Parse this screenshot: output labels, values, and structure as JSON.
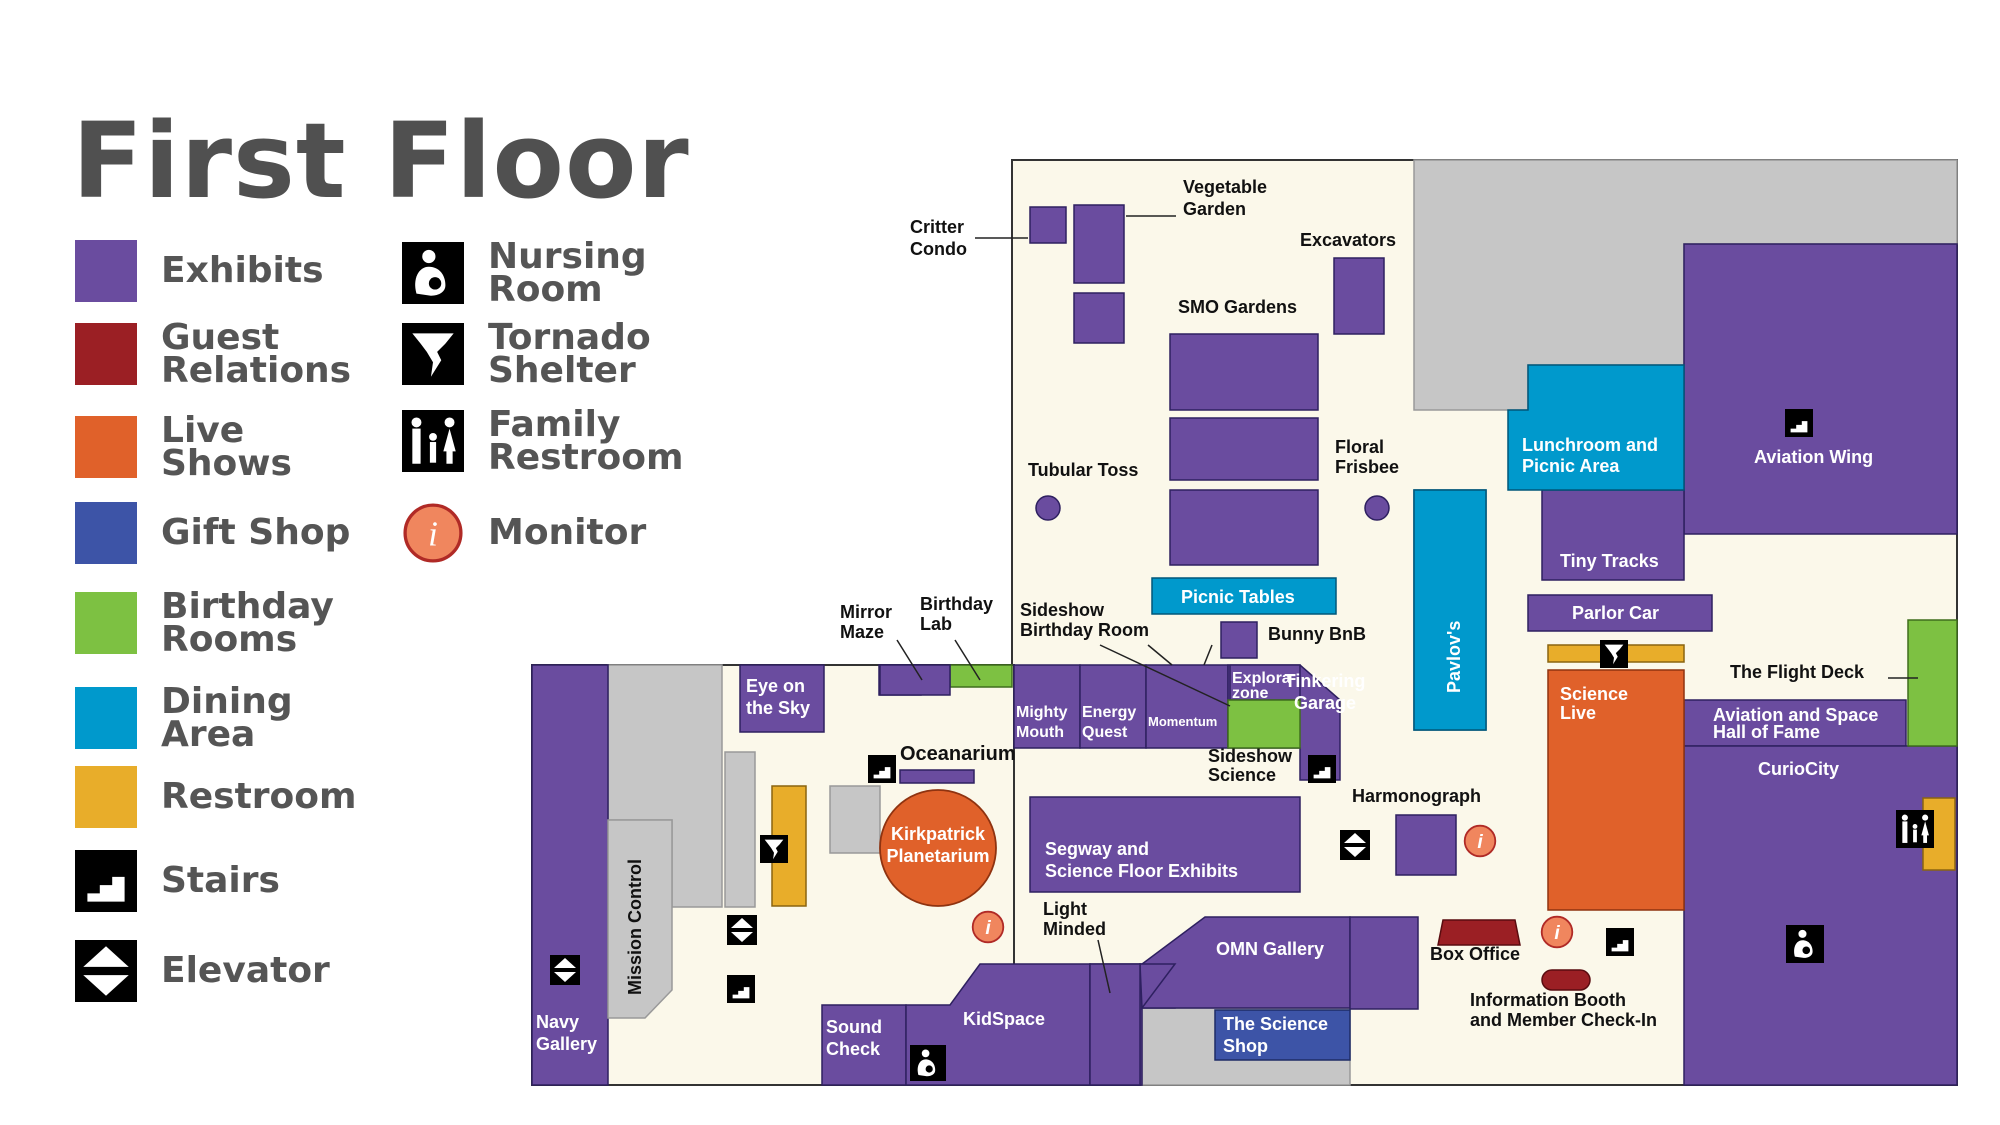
{
  "title": "First Floor",
  "colors": {
    "exhibits": "#6a4c9f",
    "guest_relations": "#9b1f24",
    "live_shows": "#e0612a",
    "gift_shop": "#3d54a7",
    "birthday_rooms": "#7dc142",
    "dining_area": "#0099cc",
    "restroom": "#e8ad2a",
    "floor": "#fbf8ea",
    "closed": "#c6c6c6",
    "monitor": "#f0865e"
  },
  "legend": {
    "colors": [
      {
        "label": "Exhibits",
        "color": "#6a4c9f"
      },
      {
        "label": "Guest\nRelations",
        "color": "#9b1f24"
      },
      {
        "label": "Live\nShows",
        "color": "#e0612a"
      },
      {
        "label": "Gift Shop",
        "color": "#3d54a7"
      },
      {
        "label": "Birthday\nRooms",
        "color": "#7dc142"
      },
      {
        "label": "Dining\nArea",
        "color": "#0099cc"
      },
      {
        "label": "Restroom",
        "color": "#e8ad2a"
      },
      {
        "label": "Stairs",
        "icon": "stairs-icon"
      },
      {
        "label": "Elevator",
        "icon": "elevator-icon"
      }
    ],
    "icons": [
      {
        "label": "Nursing\nRoom",
        "icon": "nursing-room-icon"
      },
      {
        "label": "Tornado\nShelter",
        "icon": "tornado-shelter-icon"
      },
      {
        "label": "Family\nRestroom",
        "icon": "family-restroom-icon"
      },
      {
        "label": "Monitor",
        "icon": "monitor-icon"
      }
    ]
  },
  "map": {
    "labels": {
      "critter_condo": "Critter\nCondo",
      "vegetable_garden": "Vegetable\nGarden",
      "excavators": "Excavators",
      "smo_gardens": "SMO Gardens",
      "tubular_toss": "Tubular Toss",
      "floral_frisbee": "Floral\nFrisbee",
      "picnic_tables": "Picnic Tables",
      "bunny_bnb": "Bunny BnB",
      "lunchroom": "Lunchroom and\nPicnic Area",
      "aviation_wing": "Aviation Wing",
      "tiny_tracks": "Tiny Tracks",
      "parlor_car": "Parlor Car",
      "pavlovs": "Pavlov's",
      "flight_deck": "The Flight Deck",
      "aviation_hall": "Aviation and Space\nHall of Fame",
      "curiocity": "CurioCity",
      "science_live": "Science\nLive",
      "mirror_maze": "Mirror\nMaze",
      "birthday_lab": "Birthday\nLab",
      "sideshow_birthday": "Sideshow\nBirthday Room",
      "eye_on_sky": "Eye on\nthe Sky",
      "mighty_mouth": "Mighty\nMouth",
      "energy_quest": "Energy\nQuest",
      "momentum": "Momentum",
      "exploration_zone": "Explora-\nzone",
      "tinkering_garage": "Tinkering\nGarage",
      "oceanarium": "Oceanarium",
      "sideshow_science": "Sideshow\nScience",
      "harmonograph": "Harmonograph",
      "planetarium": "Kirkpatrick\nPlanetarium",
      "segway": "Segway and\nScience Floor Exhibits",
      "mission_control": "Mission Control",
      "light_minded": "Light\nMinded",
      "omn_gallery": "OMN Gallery",
      "box_office": "Box Office",
      "info_booth": "Information Booth\nand Member Check-In",
      "science_shop": "The Science\nShop",
      "kidspace": "KidSpace",
      "sound_check": "Sound\nCheck",
      "navy_gallery": "Navy\nGallery"
    }
  }
}
